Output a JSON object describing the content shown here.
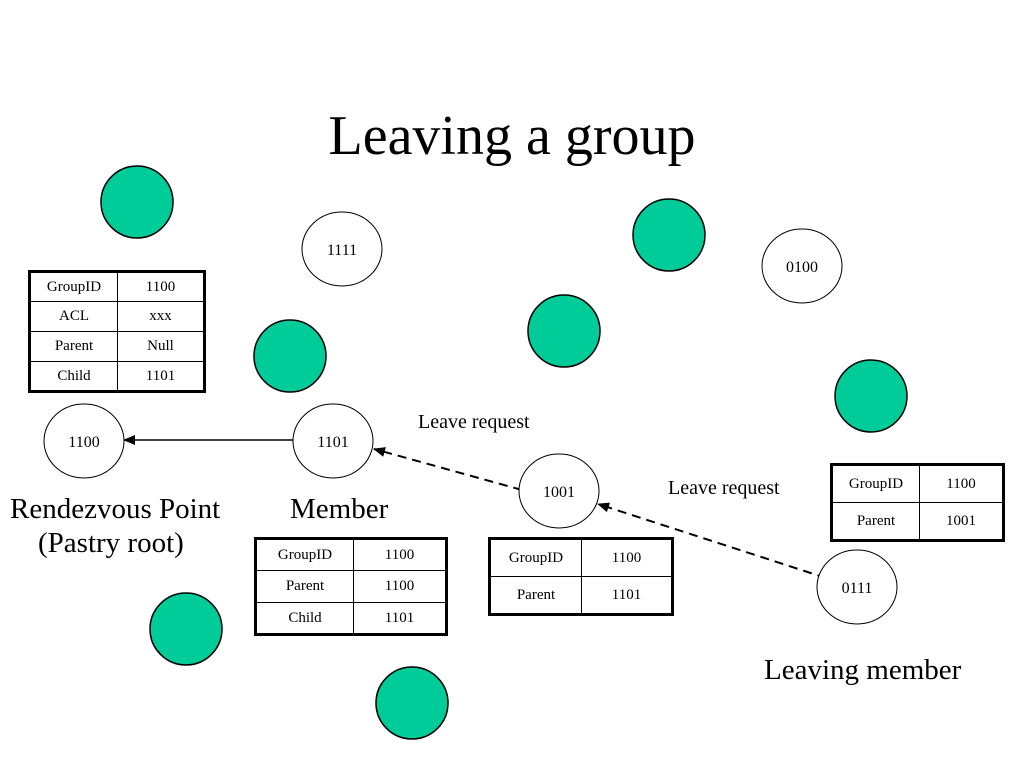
{
  "title": "Leaving a group",
  "nodes": {
    "n1111": "1111",
    "n0100": "0100",
    "n1100": "1100",
    "n1101": "1101",
    "n1001": "1001",
    "n0111": "0111"
  },
  "edge_labels": {
    "leave_request_1": "Leave request",
    "leave_request_2": "Leave request"
  },
  "captions": {
    "rendezvous": "Rendezvous Point",
    "pastry_root": "(Pastry root)",
    "member": "Member",
    "leaving_member": "Leaving member"
  },
  "tables": {
    "rendezvous": [
      [
        "GroupID",
        "1100"
      ],
      [
        "ACL",
        "xxx"
      ],
      [
        "Parent",
        "Null"
      ],
      [
        "Child",
        "1101"
      ]
    ],
    "member": [
      [
        "GroupID",
        "1100"
      ],
      [
        "Parent",
        "1100"
      ],
      [
        "Child",
        "1101"
      ]
    ],
    "middle": [
      [
        "GroupID",
        "1100"
      ],
      [
        "Parent",
        "1101"
      ]
    ],
    "leaving": [
      [
        "GroupID",
        "1100"
      ],
      [
        "Parent",
        "1001"
      ]
    ]
  },
  "colors": {
    "filled_node": "#00cc99",
    "stroke": "#000000"
  }
}
